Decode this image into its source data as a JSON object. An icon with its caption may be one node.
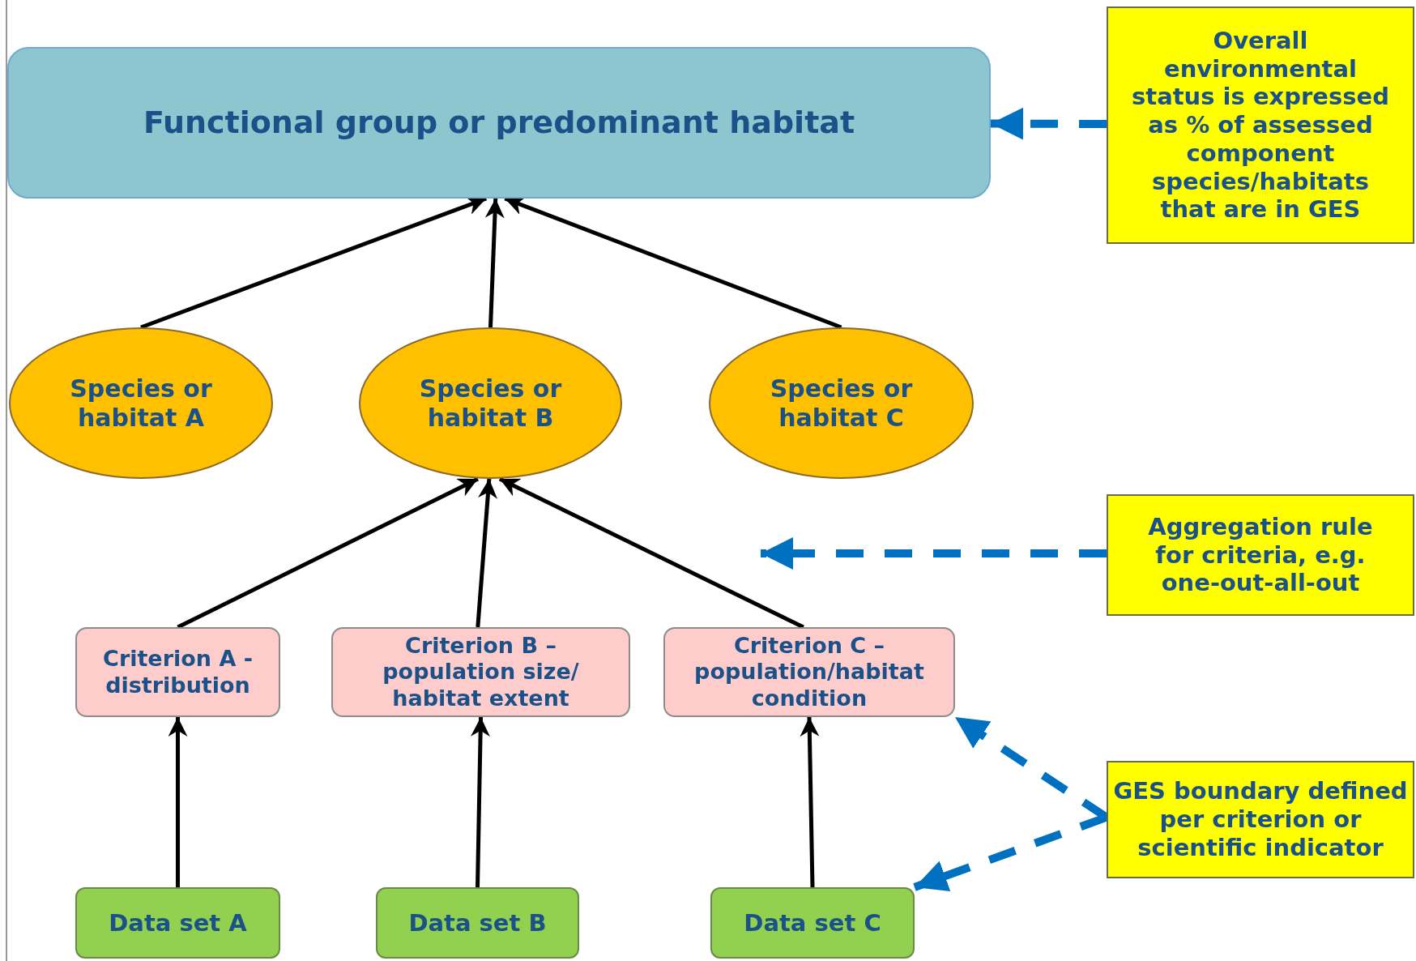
{
  "diagram": {
    "nodes": [
      {
        "text": [
          "Functional group or predominant habitat"
        ]
      },
      {
        "text": [
          "Overall environmental status is expressed as % of assessed component species/habitats that are in GES"
        ]
      },
      {
        "text": [
          "Species or habitat A"
        ]
      },
      {
        "text": [
          "Species or habitat B"
        ]
      },
      {
        "text": [
          "Species or habitat C"
        ]
      },
      {
        "text": [
          "Aggregation rule for criteria, e.g. one-out-all-out"
        ]
      },
      {
        "text": [
          "Criterion A - distribution"
        ]
      },
      {
        "text": [
          "Criterion B – population size/ habitat extent"
        ]
      },
      {
        "text": [
          "Criterion C – population/habitat condition"
        ]
      },
      {
        "text": [
          "GES boundary defined per criterion or scientific indicator"
        ]
      },
      {
        "text": [
          "Data set A"
        ]
      },
      {
        "text": [
          "Data set B"
        ]
      },
      {
        "text": [
          "Data set C"
        ]
      }
    ],
    "edges": [
      {
        "from": 2,
        "to": 0,
        "arrow": "to"
      },
      {
        "from": 3,
        "to": 0,
        "arrow": "to"
      },
      {
        "from": 4,
        "to": 0,
        "arrow": "to"
      },
      {
        "from": 6,
        "to": 3,
        "arrow": "to"
      },
      {
        "from": 7,
        "to": 3,
        "arrow": "to"
      },
      {
        "from": 8,
        "to": 3,
        "arrow": "to"
      },
      {
        "from": 10,
        "to": 6,
        "arrow": "to"
      },
      {
        "from": 11,
        "to": 7,
        "arrow": "to"
      },
      {
        "from": 12,
        "to": 8,
        "arrow": "to"
      },
      {
        "from": 1,
        "to": 0,
        "arrow": "to",
        "style": "dashed",
        "color": "#0070c0"
      },
      {
        "from": 5,
        "to": null,
        "arrow": "to",
        "style": "dashed",
        "color": "#0070c0"
      },
      {
        "from": 9,
        "to": 8,
        "arrow": "to",
        "style": "dashed",
        "color": "#0070c0"
      },
      {
        "from": 9,
        "to": 12,
        "arrow": "to",
        "style": "dashed",
        "color": "#0070c0"
      }
    ]
  }
}
